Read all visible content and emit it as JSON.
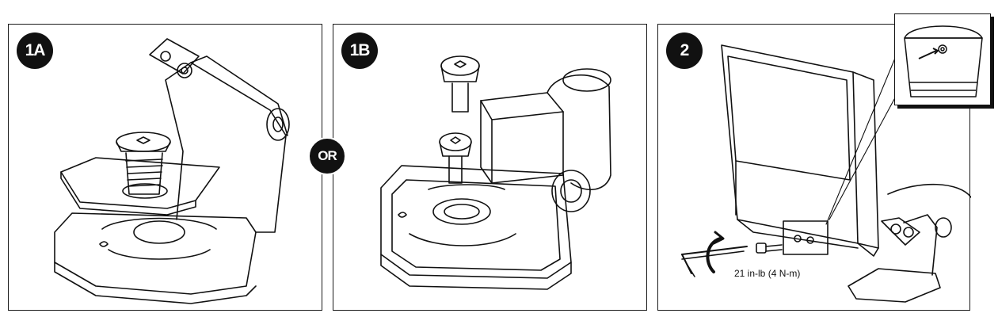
{
  "steps": {
    "step_1a": "1A",
    "step_1b": "1B",
    "step_2": "2"
  },
  "or_label": "OR",
  "torque_label": "21 in-lb (4 N-m)",
  "icons": [
    "hex-screw-icon",
    "allen-key-icon",
    "rotate-arrow-icon",
    "leaf-mark-icon"
  ],
  "colors": {
    "line": "#111111",
    "badge": "#111111",
    "background": "#ffffff"
  }
}
